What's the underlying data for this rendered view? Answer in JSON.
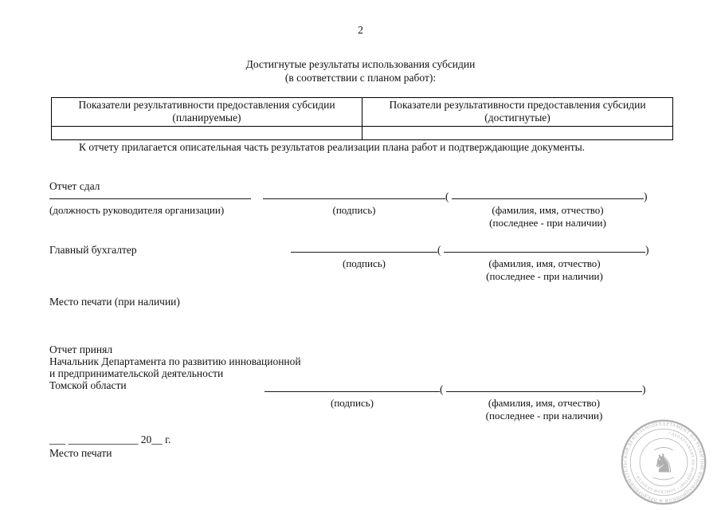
{
  "document": {
    "page_number": "2",
    "title_line1": "Достигнутые результаты использования субсидии",
    "title_line2": "(в соответствии с планом работ):",
    "note": "К отчету прилагается описательная часть результатов реализации плана работ и подтверждающие документы."
  },
  "table": {
    "col1": {
      "line1": "Показатели результативности предоставления субсидии",
      "line2": "(планируемые)"
    },
    "col2": {
      "line1": "Показатели результативности предоставления субсидии",
      "line2": "(достигнутые)"
    },
    "empty_row": ""
  },
  "captions": {
    "position": "(должность руководителя организации)",
    "signature": "(подпись)",
    "full_name": "(фамилия, имя, отчество)",
    "full_name_note": "(последнее - при наличии)",
    "paren_open": "(",
    "paren_close": ")"
  },
  "report_submitted": {
    "label": "Отчет сдал"
  },
  "chief_accountant": {
    "label": "Главный бухгалтер"
  },
  "stamp_place_optional": "Место печати (при наличии)",
  "report_accepted": {
    "label": "Отчет принял",
    "line1": "Начальник Департамента по развитию инновационной",
    "line2": "и предпринимательской деятельности",
    "line3": "Томской области"
  },
  "footer": {
    "date_line": "___ _____________ 20__ г.",
    "stamp_place": "Место печати"
  },
  "seal": {
    "outer_ring_text": "ДЕПАРТАМЕНТ ПО РАЗВИТИЮ ИННОВАЦИОННОЙ И ПРЕДПРИНИМАТЕЛЬСКОЙ ДЕЯТЕЛЬНОСТИ ТОМСКОЙ ОБЛАСТИ",
    "inner_ring_text": "• ДЕПАРТАМЕНТ ПО РАЗВИТИЮ • ТОМСКОЙ ОБЛАСТИ •",
    "emblem": "♞",
    "color": "#9c9c9c"
  }
}
